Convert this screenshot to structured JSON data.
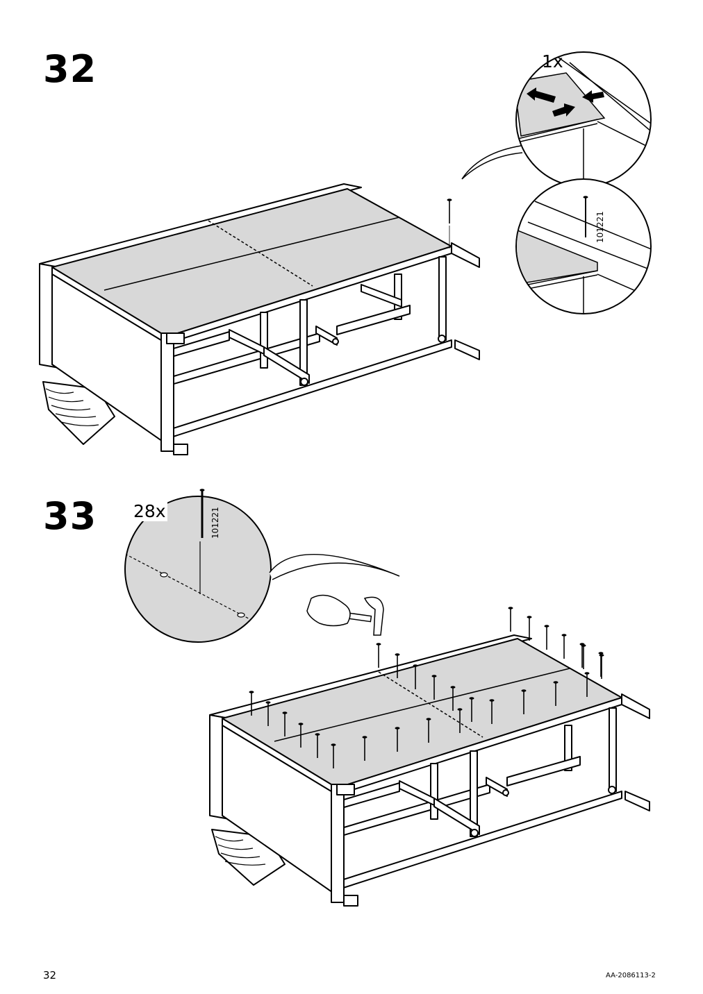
{
  "steps": [
    {
      "number": "32",
      "quantity": "1x",
      "part_number": "101221"
    },
    {
      "number": "33",
      "quantity": "28x",
      "part_number": "101221"
    }
  ],
  "footer": {
    "page_number": "32",
    "doc_code": "AA-2086113-2"
  },
  "colors": {
    "panel_fill": "#d8d8d8",
    "line": "#000000",
    "paper": "#ffffff"
  },
  "icons": [
    "arrow-left-icon",
    "arrow-right-icon",
    "nail-icon",
    "hammer-icon",
    "hand-icon"
  ]
}
